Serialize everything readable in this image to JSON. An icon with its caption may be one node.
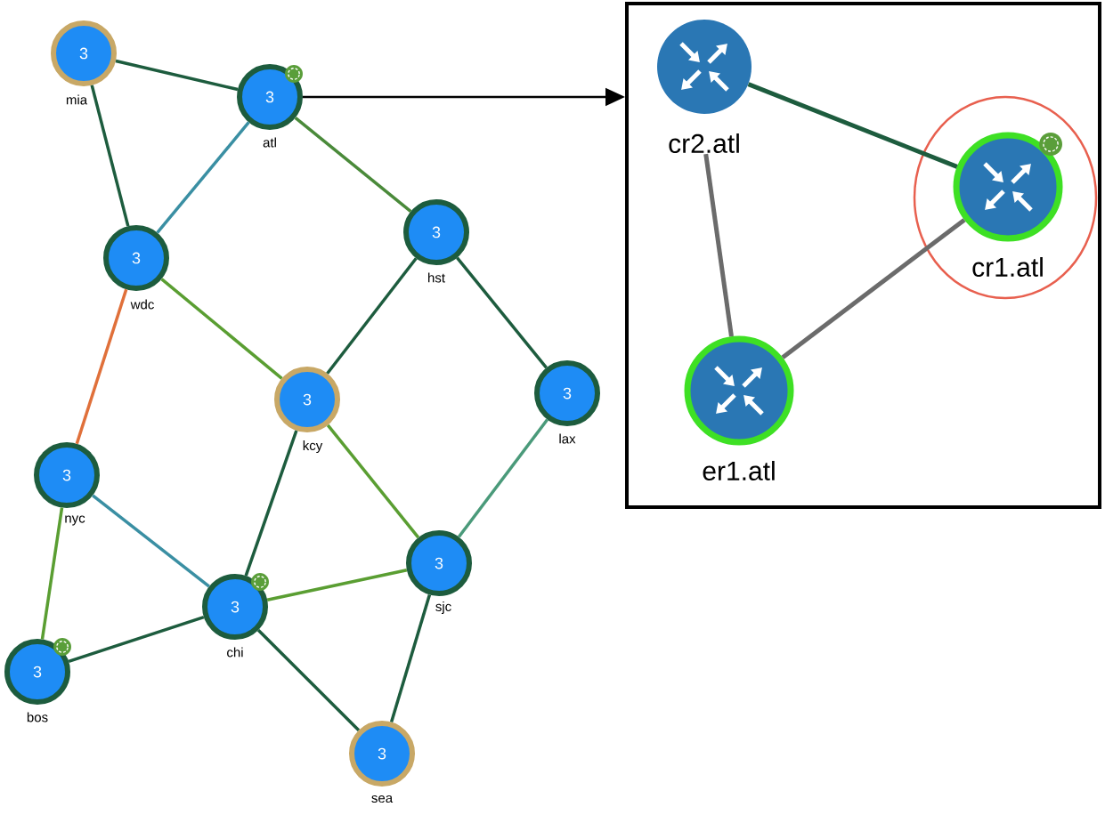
{
  "diagram": {
    "nodes": [
      {
        "text": [
          "3",
          "mia"
        ]
      },
      {
        "text": [
          "3",
          "atl"
        ]
      },
      {
        "text": [
          "3",
          "wdc"
        ]
      },
      {
        "text": [
          "3",
          "hst"
        ]
      },
      {
        "text": [
          "3",
          "kcy"
        ]
      },
      {
        "text": [
          "3",
          "lax"
        ]
      },
      {
        "text": [
          "3",
          "nyc"
        ]
      },
      {
        "text": [
          "3",
          "chi"
        ]
      },
      {
        "text": [
          "3",
          "sjc"
        ]
      },
      {
        "text": [
          "3",
          "bos"
        ]
      },
      {
        "text": [
          "3",
          "sea"
        ]
      },
      {
        "text": [],
        "shape": "box"
      },
      {
        "text": [
          "cr2.atl"
        ],
        "in": 11
      },
      {
        "text": [],
        "shape": "circle",
        "in": 11
      },
      {
        "text": [
          "cr1.atl"
        ],
        "in": 13
      },
      {
        "text": [
          "er1.atl"
        ],
        "in": 11
      }
    ],
    "edges": [
      {
        "from": 0,
        "to": 1,
        "arrow": "none"
      },
      {
        "from": 0,
        "to": 2,
        "arrow": "none"
      },
      {
        "from": 1,
        "to": 2,
        "arrow": "none",
        "color": "#3a8fa3"
      },
      {
        "from": 1,
        "to": 3,
        "arrow": "none",
        "color": "#4a8a3a"
      },
      {
        "from": 2,
        "to": 4,
        "arrow": "none",
        "color": "#5a9e32"
      },
      {
        "from": 3,
        "to": 4,
        "arrow": "none"
      },
      {
        "from": 3,
        "to": 5,
        "arrow": "none"
      },
      {
        "from": 2,
        "to": 6,
        "arrow": "none",
        "color": "#e0703a"
      },
      {
        "from": 4,
        "to": 7,
        "arrow": "none"
      },
      {
        "from": 4,
        "to": 8,
        "arrow": "none",
        "color": "#5a9e32"
      },
      {
        "from": 5,
        "to": 8,
        "arrow": "none",
        "color": "#4a9a7a"
      },
      {
        "from": 6,
        "to": 7,
        "arrow": "none",
        "color": "#3a8fa3"
      },
      {
        "from": 6,
        "to": 9,
        "arrow": "none",
        "color": "#5a9e32"
      },
      {
        "from": 7,
        "to": 8,
        "arrow": "none",
        "color": "#5a9e32"
      },
      {
        "from": 9,
        "to": 7,
        "arrow": "none"
      },
      {
        "from": 7,
        "to": 10,
        "arrow": "none"
      },
      {
        "from": 8,
        "to": 10,
        "arrow": "none"
      },
      {
        "from": 1,
        "to": 11,
        "arrow": "to",
        "color": "#000000"
      },
      {
        "from": 12,
        "to": 14,
        "arrow": "none"
      },
      {
        "from": 12,
        "to": 15,
        "arrow": "none",
        "color": "#6b6b6b"
      },
      {
        "from": 15,
        "to": 14,
        "arrow": "none",
        "color": "#6b6b6b"
      }
    ]
  }
}
